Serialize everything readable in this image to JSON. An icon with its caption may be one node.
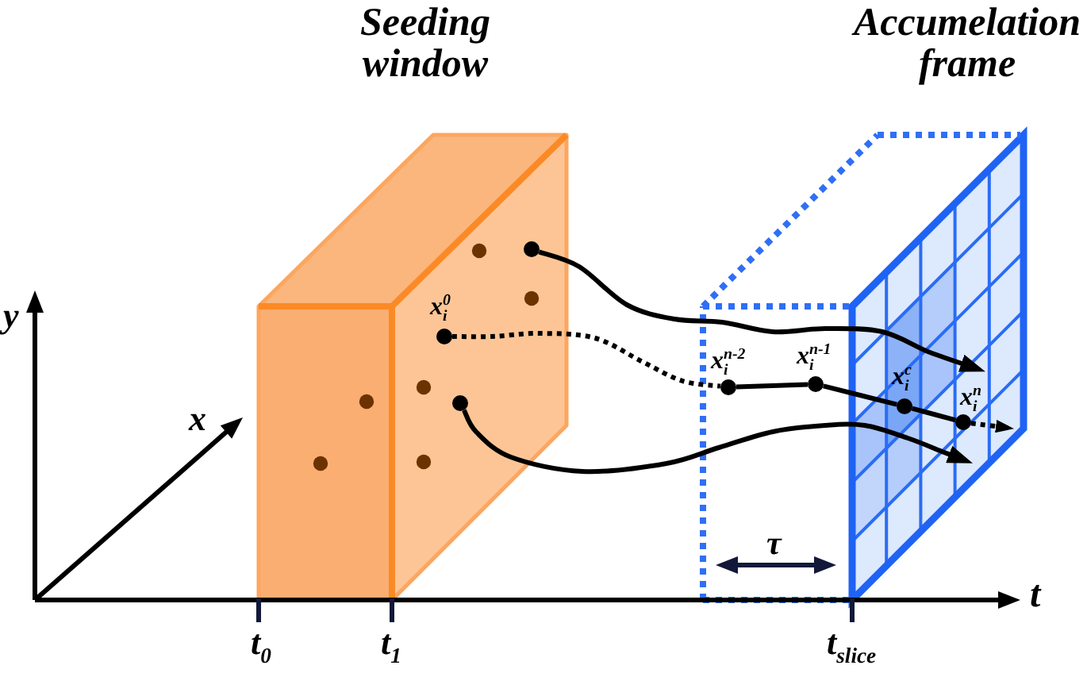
{
  "diagram": {
    "nodes": [
      {
        "text": [
          "Seeding window"
        ]
      },
      {
        "text": [],
        "shape": "circle",
        "in": 0
      },
      {
        "text": [],
        "shape": "circle",
        "in": 0,
        "beside": [
          "x$_{i}$$^{0}$"
        ]
      },
      {
        "text": [],
        "shape": "circle",
        "in": 0
      },
      {
        "text": [
          "Accumelation frame"
        ]
      },
      {
        "text": [],
        "shape": "circle",
        "beside": [
          "x$_{i}$$^{n-2}$"
        ]
      },
      {
        "text": [],
        "shape": "circle",
        "beside": [
          "x$_{i}$$^{n-1}$"
        ]
      },
      {
        "text": [],
        "shape": "circle",
        "in": 4,
        "beside": [
          "x$_{i}$$^{c}$"
        ]
      },
      {
        "text": [],
        "shape": "circle",
        "in": 4,
        "beside": [
          "x$_{i}$$^{n}$"
        ]
      }
    ],
    "edges": [
      {
        "from": 1,
        "to": 4,
        "arrow": "to"
      },
      {
        "from": 2,
        "to": 5,
        "arrow": "none",
        "style": "dashed"
      },
      {
        "from": 5,
        "to": 6,
        "arrow": "none"
      },
      {
        "from": 6,
        "to": 7,
        "arrow": "none"
      },
      {
        "from": 7,
        "to": 8,
        "arrow": "none"
      },
      {
        "from": 8,
        "to": null,
        "arrow": "to",
        "style": "dashed"
      },
      {
        "from": 3,
        "to": 4,
        "arrow": "to"
      }
    ],
    "labels": [
      "y",
      "x",
      "τ",
      "t",
      "t$_{0}$",
      "t$_{1}$",
      "t$_{slice}$"
    ]
  }
}
